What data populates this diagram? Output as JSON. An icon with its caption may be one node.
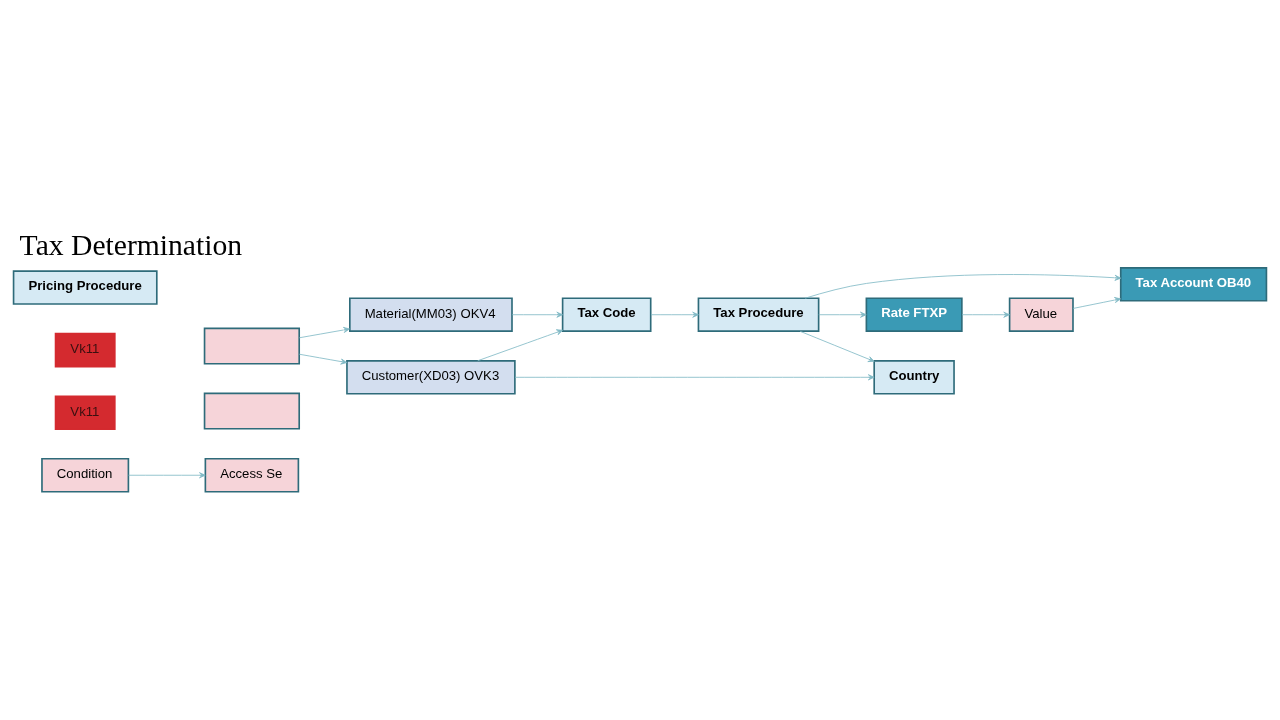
{
  "diagram": {
    "title": "Tax Determination",
    "nodes": [
      {
        "text": [
          "Customer(XD03) OVK3"
        ]
      },
      {
        "text": [
          "Tax Code"
        ]
      },
      {
        "text": [
          "Country"
        ]
      },
      {
        "text": [
          "Vk11"
        ]
      },
      {
        "text": [
          "Vk11"
        ]
      },
      {
        "text": [
          "Material(MM03) OKV4"
        ]
      },
      {
        "text": [
          "Tax Procedure"
        ]
      },
      {
        "text": [
          "Pricing Procedure"
        ]
      },
      {
        "text": [
          "Rate FTXP"
        ]
      },
      {
        "text": [],
        "shape": "box"
      },
      {
        "text": [],
        "shape": "box"
      },
      {
        "text": [
          "Access Se"
        ]
      },
      {
        "text": [
          "Condition"
        ]
      },
      {
        "text": [
          "Value"
        ]
      },
      {
        "text": [
          "Tax Account OB40"
        ]
      }
    ],
    "edges": [
      {
        "from": 0,
        "to": 2,
        "arrow": "to"
      },
      {
        "from": 0,
        "to": 1,
        "arrow": "to"
      },
      {
        "from": 5,
        "to": 1,
        "arrow": "to"
      },
      {
        "from": 9,
        "to": 0,
        "arrow": "to"
      },
      {
        "from": 9,
        "to": 5,
        "arrow": "to"
      },
      {
        "from": 12,
        "to": 11,
        "arrow": "to"
      },
      {
        "from": 1,
        "to": 6,
        "arrow": "to"
      },
      {
        "from": 6,
        "to": 8,
        "arrow": "to"
      },
      {
        "from": 6,
        "to": 2,
        "arrow": "to"
      },
      {
        "from": 6,
        "to": 14,
        "arrow": "to"
      },
      {
        "from": 8,
        "to": 13,
        "arrow": "to"
      },
      {
        "from": 13,
        "to": 14,
        "arrow": "to"
      }
    ]
  }
}
